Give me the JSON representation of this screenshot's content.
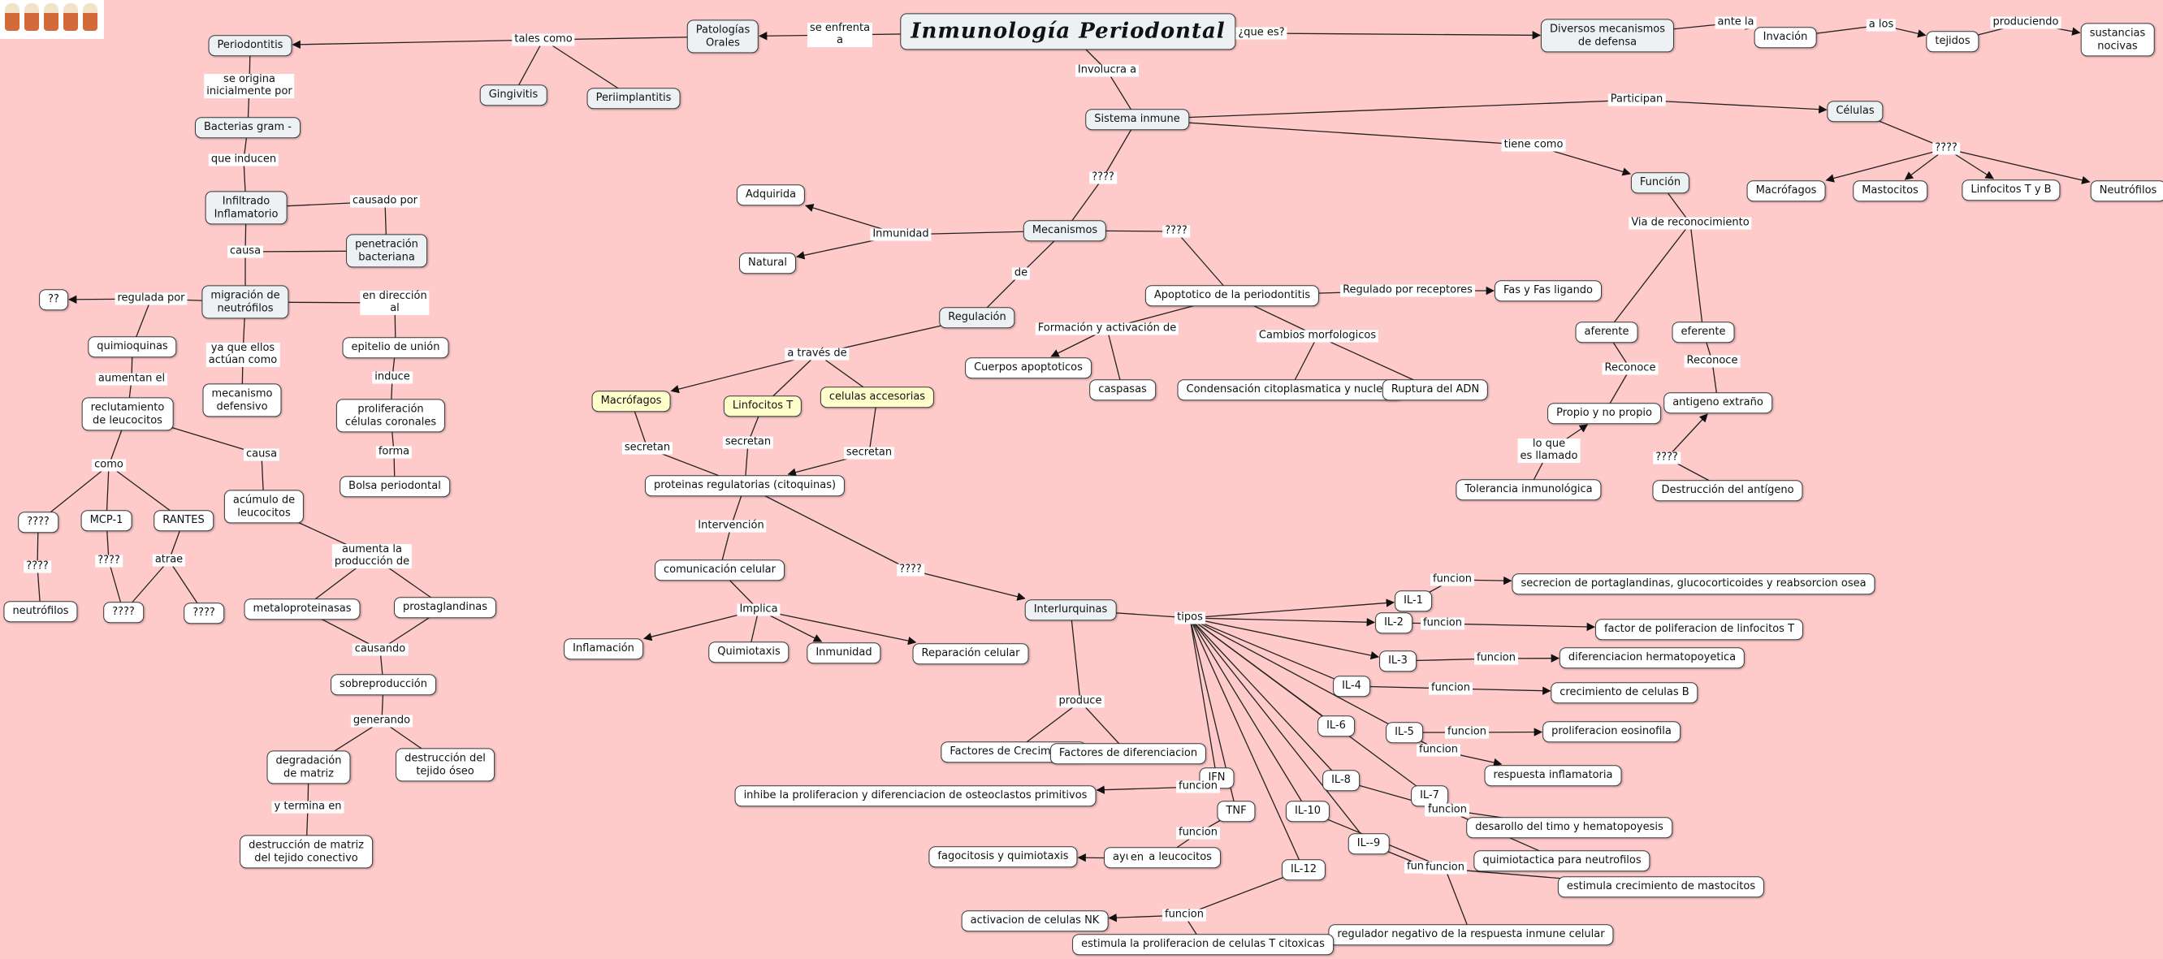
{
  "title": "Inmunología Periodontal",
  "nodes": {
    "inmunologia": "Inmunología Periodontal",
    "patologias": "Patologías\nOrales",
    "periodontitis": "Periodontitis",
    "gingivitis": "Gingivitis",
    "periimplantitis": "Periimplantitis",
    "bacterias": "Bacterias gram -",
    "infiltrado": "Infiltrado\nInflamatorio",
    "penetracion": "penetración\nbacteriana",
    "migracion": "migración de\nneutrófilos",
    "qq": "??",
    "quimioquinas": "quimioquinas",
    "reclutamiento": "reclutamiento\nde leucocitos",
    "mecanismo": "mecanismo\ndefensivo",
    "epitelio": "epitelio de unión",
    "proliferacion_cel": "proliferación\ncélulas coronales",
    "bolsa": "Bolsa periodontal",
    "q4_como": "????",
    "mcp1": "MCP-1",
    "rantes": "RANTES",
    "acumulo": "acúmulo de\nleucocitos",
    "neutrofilos_left": "neutrófilos",
    "q4_mcp": "????",
    "q4_rantes": "????",
    "metaloproteinasas": "metaloproteinasas",
    "prostaglandinas": "prostaglandinas",
    "sobreproduccion": "sobreproducción",
    "degradacion": "degradación\nde matriz",
    "destruccion_oseo": "destrucción del\ntejido óseo",
    "destruccion_matriz": "destrucción de matriz\ndel tejido conectivo",
    "diversos": "Diversos mecanismos\nde defensa",
    "invacion": "Invación",
    "tejidos": "tejidos",
    "sustancias": "sustancias\nnocivas",
    "sistema": "Sistema inmune",
    "celulas": "Células",
    "funcion": "Función",
    "macrofagos_r": "Macrófagos",
    "mastocitos": "Mastocitos",
    "linfocitos_tb": "Linfocitos T y B",
    "neutrofilos_r": "Neutrófilos",
    "mecanismos": "Mecanismos",
    "adquirida": "Adquirida",
    "natural": "Natural",
    "regulacion": "Regulación",
    "apoptotico": "Apoptotico de la periodontitis",
    "fas": "Fas y Fas ligando",
    "cuerpos": "Cuerpos apoptoticos",
    "caspasas": "caspasas",
    "condensacion": "Condensación citoplasmatica y nuclear",
    "ruptura": "Ruptura del ADN",
    "aferente": "aferente",
    "eferente": "eferente",
    "propio": "Propio y no propio",
    "antigeno": "antigeno extraño",
    "tolerancia": "Tolerancia inmunológica",
    "destruccion_antigeno": "Destrucción del antígeno",
    "macrofagos_y": "Macrófagos",
    "linfocitos_t": "Linfocitos T",
    "celulas_acc": "celulas accesorias",
    "proteinas": "proteinas regulatorias (citoquinas)",
    "comunicacion": "comunicación celular",
    "inflamacion": "Inflamación",
    "quimiotaxis": "Quimiotaxis",
    "inmunidad": "Inmunidad",
    "reparacion": "Reparación celular",
    "interleuquinas": "Interlurquinas",
    "factores_crec": "Factores de Crecimiento",
    "factores_dif": "Factores de diferenciacion",
    "il1": "IL-1",
    "il2": "IL-2",
    "il3": "IL-3",
    "il4": "IL-4",
    "il6": "IL-6",
    "il5": "IL-5",
    "il8": "IL-8",
    "il7": "IL-7",
    "il10": "IL-10",
    "il9": "IL--9",
    "il12": "IL-12",
    "ifn": "IFN",
    "tnf": "TNF",
    "sec_portag": "secrecion de portaglandinas, glucocorticoides y reabsorcion osea",
    "factor_prolif": "factor de poliferacion de linfocitos T",
    "dif_hemato": "diferenciacion hermatopoyetica",
    "crec_b": "crecimiento de celulas B",
    "prolif_eos": "proliferacion eosinofila",
    "resp_inflam": "respuesta inflamatoria",
    "desarollo": "desarollo del timo y hematopoyesis",
    "quimiotactica": "quimiotactica para neutrofilos",
    "estimula_mast": "estimula crecimiento de mastocitos",
    "regulador": "regulador negativo de la respuesta inmune celular",
    "inhibe": "inhibe la proliferacion y diferenciacion de osteoclastos primitivos",
    "ayuda": "ayuda a leucocitos",
    "fagocitosis": "fagocitosis y quimiotaxis",
    "activacion_nk": "activacion de celulas NK",
    "estimula_t": "estimula la proliferacion de celulas T citoxicas"
  },
  "labels": {
    "se_enfrenta": "se enfrenta\na",
    "que_es": "¿que es?",
    "tales_como": "tales como",
    "se_origina": "se origina\ninicialmente por",
    "que_inducen": "que inducen",
    "causado_por": "causado por",
    "causa1": "causa",
    "regulada_por": "regulada por",
    "en_direccion": "en dirección\nal",
    "ya_que": "ya que ellos\nactúan como",
    "aumentan": "aumentan el",
    "induce": "induce",
    "forma": "forma",
    "como": "como",
    "causa2": "causa",
    "q_como": "????",
    "q_mcp": "????",
    "atrae": "atrae",
    "aumenta_prod": "aumenta la\nproducción de",
    "causando": "causando",
    "generando": "generando",
    "y_termina": "y termina en",
    "ante_la": "ante la",
    "a_los": "a los",
    "produciendo": "produciendo",
    "involucra": "Involucra a",
    "participan": "Participan",
    "tiene_como": "tiene como",
    "q_cel": "????",
    "via": "Via de reconocimiento",
    "q_meca": "????",
    "inmunidad_l": "Inmunidad",
    "q_apop": "????",
    "de": "de",
    "regulado_por": "Regulado por receptores",
    "formacion": "Formación y activación de",
    "cambios": "Cambios morfologicos",
    "reconoce1": "Reconoce",
    "reconoce2": "Reconoce",
    "lo_que": "lo que\nes llamado",
    "q_anti": "????",
    "a_traves": "a través de",
    "secretan1": "secretan",
    "secretan2": "secretan",
    "secretan3": "secretan",
    "intervencion": "Intervención",
    "implica": "Implica",
    "q_inter": "????",
    "tipos": "tipos",
    "produce": "produce",
    "funcion1": "funcion",
    "funcion2": "funcion",
    "funcion3": "funcion",
    "funcion4": "funcion",
    "funcion5": "funcion",
    "funcion5b": "funcion",
    "funcion7": "funcion",
    "funcion8": "funcion",
    "funcion9": "funcion",
    "funcion10": "funcion",
    "funcion_ifn": "funcion",
    "funcion_tnf": "funcion",
    "en": "en",
    "funcion_il12": "funcion"
  }
}
